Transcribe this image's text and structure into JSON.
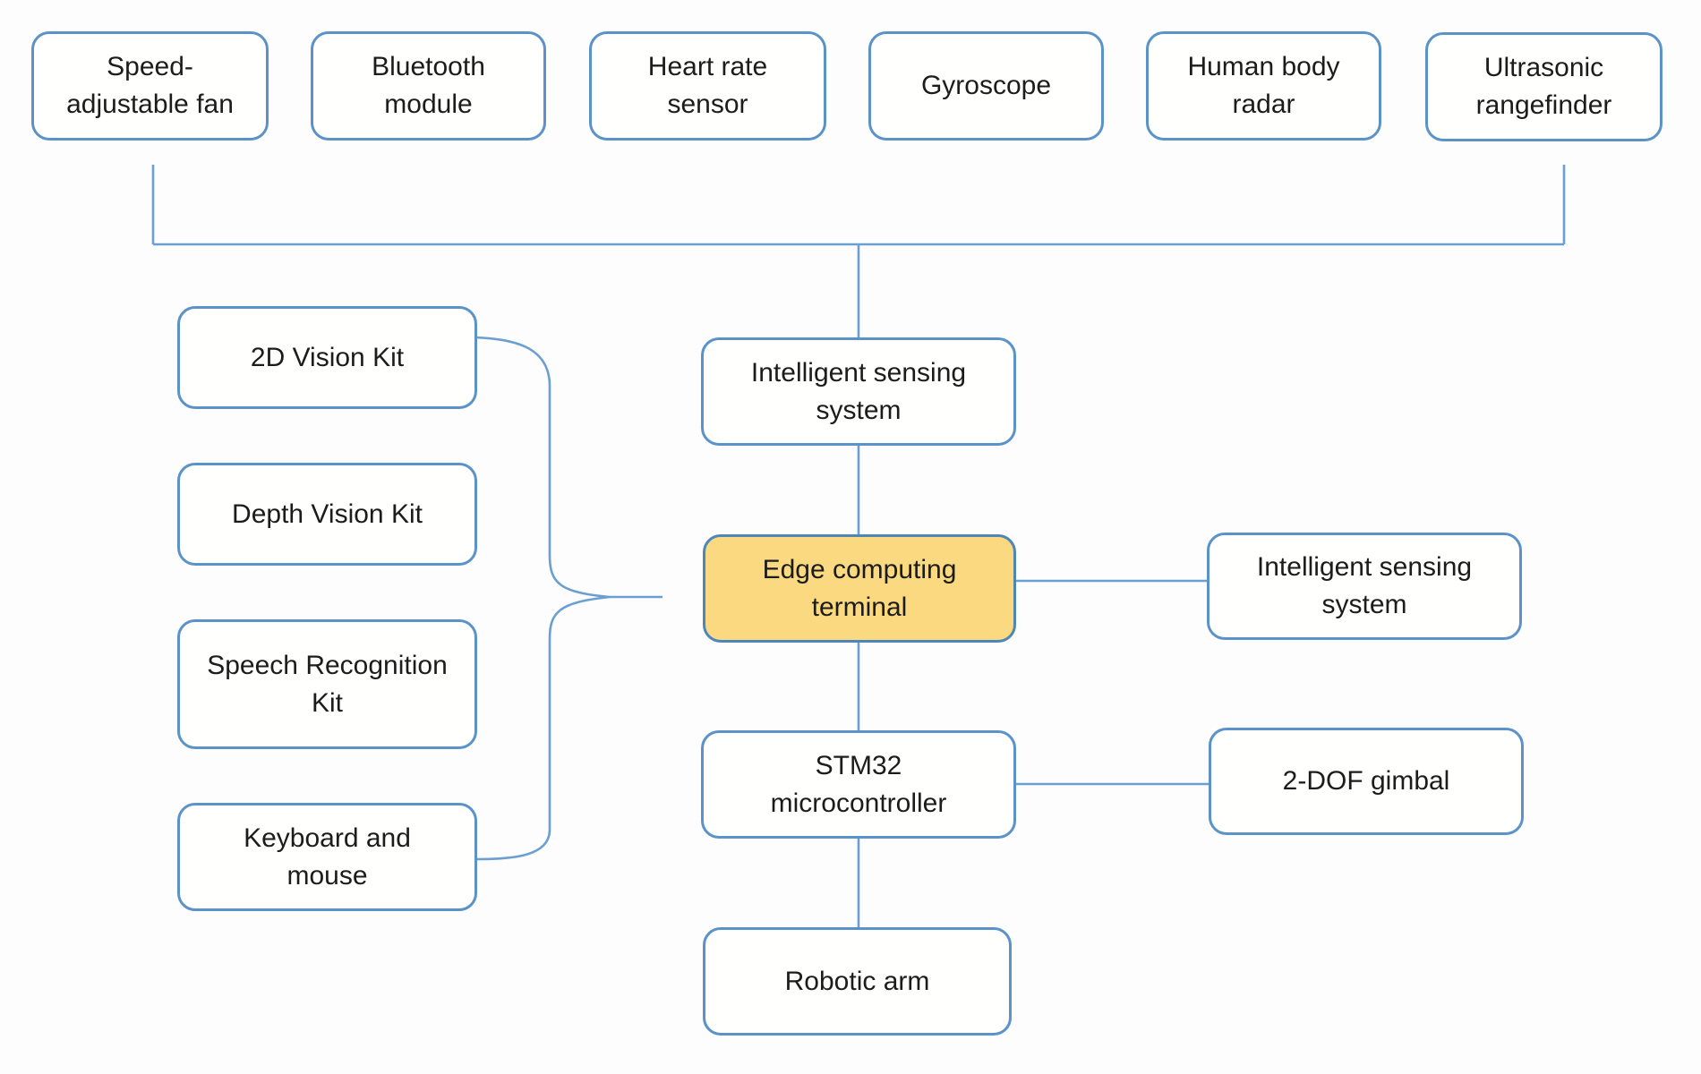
{
  "diagram": {
    "type": "block-diagram",
    "colors": {
      "background": "#fdfdfd",
      "box_border": "#5b93c8",
      "connector": "#6b9fd2",
      "highlight_fill": "#fbd980",
      "highlight_border": "#4d86b8",
      "text": "#1c1c1c"
    },
    "nodes": {
      "speed_fan": {
        "label": "Speed-\nadjustable fan"
      },
      "bluetooth": {
        "label": "Bluetooth\nmodule"
      },
      "heart_rate": {
        "label": "Heart rate\nsensor"
      },
      "gyroscope": {
        "label": "Gyroscope"
      },
      "human_radar": {
        "label": "Human body\nradar"
      },
      "ultrasonic": {
        "label": "Ultrasonic\nrangefinder"
      },
      "vision2d": {
        "label": "2D Vision Kit"
      },
      "depth_vision": {
        "label": "Depth Vision Kit"
      },
      "speech_kit": {
        "label": "Speech Recognition\nKit"
      },
      "keyboard_mouse": {
        "label": "Keyboard and\nmouse"
      },
      "iss_center": {
        "label": "Intelligent sensing\nsystem"
      },
      "edge_terminal": {
        "label": "Edge computing\nterminal",
        "highlighted": true
      },
      "iss_right": {
        "label": "Intelligent sensing\nsystem"
      },
      "stm32": {
        "label": "STM32\nmicrocontroller"
      },
      "gimbal": {
        "label": "2-DOF gimbal"
      },
      "robotic_arm": {
        "label": "Robotic arm"
      }
    },
    "edges": [
      {
        "from": "speed_fan",
        "to": "iss_center",
        "type": "bracket"
      },
      {
        "from": "bluetooth",
        "to": "iss_center",
        "type": "bracket"
      },
      {
        "from": "heart_rate",
        "to": "iss_center",
        "type": "bracket"
      },
      {
        "from": "gyroscope",
        "to": "iss_center",
        "type": "bracket"
      },
      {
        "from": "human_radar",
        "to": "iss_center",
        "type": "bracket"
      },
      {
        "from": "ultrasonic",
        "to": "iss_center",
        "type": "bracket"
      },
      {
        "from": "iss_center",
        "to": "edge_terminal",
        "type": "line"
      },
      {
        "from": "edge_terminal",
        "to": "iss_right",
        "type": "line"
      },
      {
        "from": "edge_terminal",
        "to": "stm32",
        "type": "line"
      },
      {
        "from": "stm32",
        "to": "gimbal",
        "type": "line"
      },
      {
        "from": "stm32",
        "to": "robotic_arm",
        "type": "line"
      },
      {
        "from": "vision2d",
        "to": "edge_terminal",
        "type": "brace"
      },
      {
        "from": "depth_vision",
        "to": "edge_terminal",
        "type": "brace"
      },
      {
        "from": "speech_kit",
        "to": "edge_terminal",
        "type": "brace"
      },
      {
        "from": "keyboard_mouse",
        "to": "edge_terminal",
        "type": "brace"
      }
    ]
  }
}
